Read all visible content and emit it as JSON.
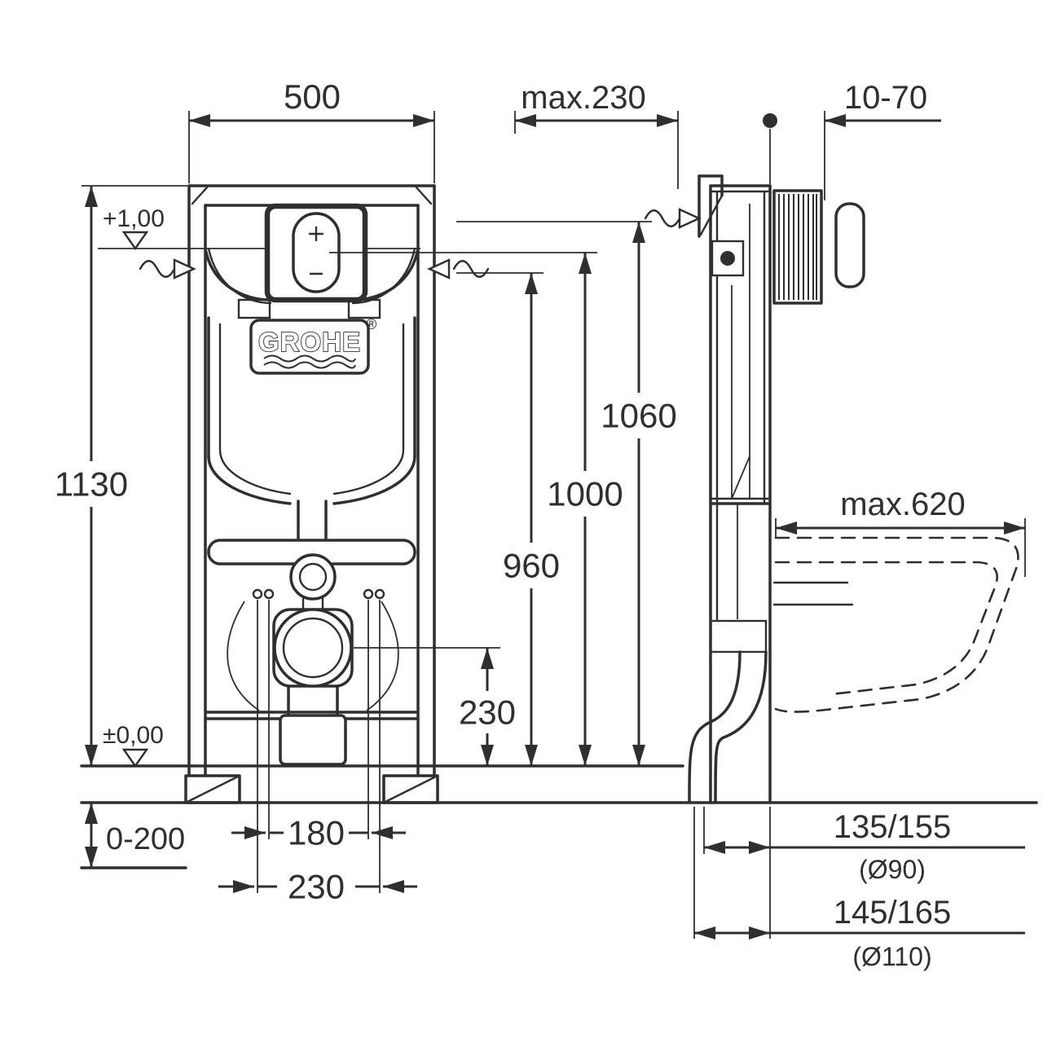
{
  "drawing": {
    "brand": "GROHE",
    "registered_mark": "®",
    "labels": {
      "front_width": "500",
      "max_depth": "max.230",
      "plate_range": "10-70",
      "level_upper": "+1,00",
      "frame_height": "1130",
      "level_floor": "±0,00",
      "foot_adjustment": "0-200",
      "height_1060": "1060",
      "height_1000": "1000",
      "height_960": "960",
      "outlet_height": "230",
      "bolt_spacing": "180",
      "connection_spacing": "230",
      "max_side_depth": "max.620",
      "outlet_offset_90": "135/155",
      "outlet_dia_90": "(Ø90)",
      "outlet_offset_110": "145/165",
      "outlet_dia_110": "(Ø110)"
    }
  }
}
